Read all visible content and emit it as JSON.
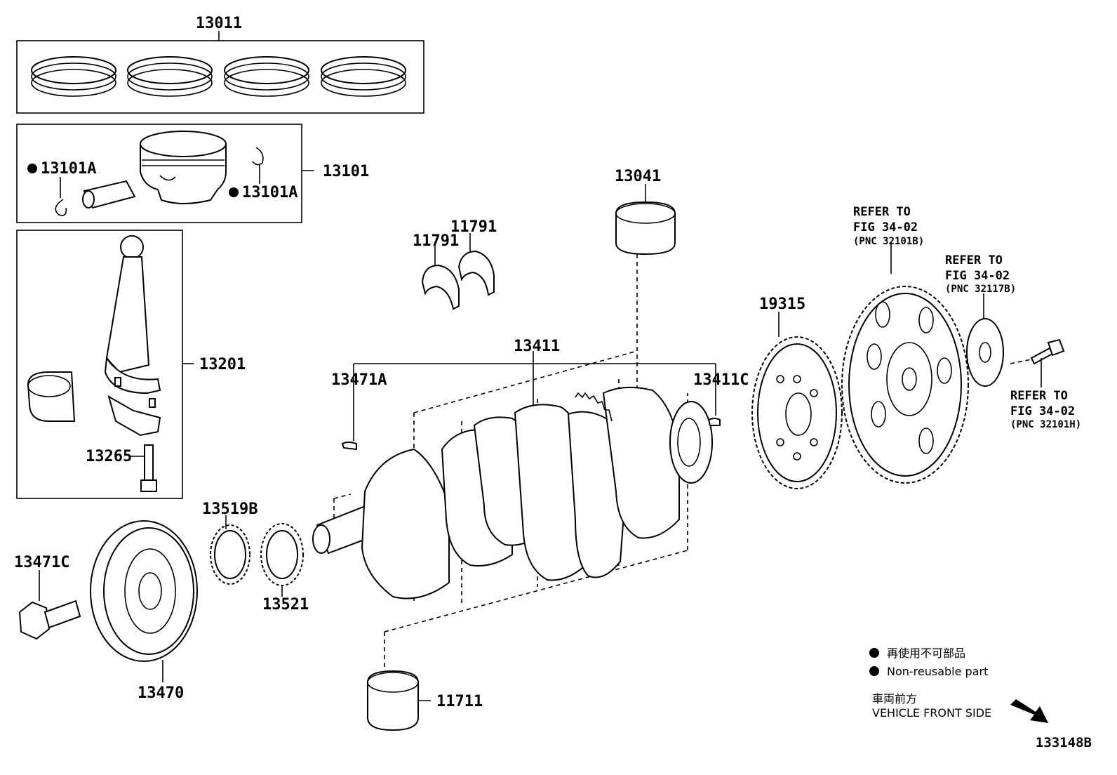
{
  "labels": {
    "p13011": "13011",
    "p13101": "13101",
    "p13101a_left": "13101A",
    "p13101a_right": "13101A",
    "p13201": "13201",
    "p13265": "13265",
    "p13041": "13041",
    "p11791_a": "11791",
    "p11791_b": "11791",
    "p13411": "13411",
    "p13471a": "13471A",
    "p13411c": "13411C",
    "p19315": "19315",
    "p13519b": "13519B",
    "p13521": "13521",
    "p13471c": "13471C",
    "p13470": "13470",
    "p11711": "11711"
  },
  "refs": {
    "top": {
      "line1": "REFER TO",
      "line2": "FIG 34-02",
      "line3": "(PNC 32101B)"
    },
    "mid": {
      "line1": "REFER TO",
      "line2": "FIG 34-02",
      "line3": "(PNC 32117B)"
    },
    "bolt": {
      "line1": "REFER TO",
      "line2": "FIG 34-02",
      "line3": "(PNC 32101H)"
    }
  },
  "legend": {
    "jp": "再使用不可部品",
    "en": "Non-reusable part",
    "front_jp": "車両前方",
    "front_en": "VEHICLE FRONT SIDE"
  },
  "figure_id": "133148B",
  "icons": {
    "non_reusable_marker": "filled-circle-icon",
    "front_direction": "arrow-down-right-icon"
  }
}
